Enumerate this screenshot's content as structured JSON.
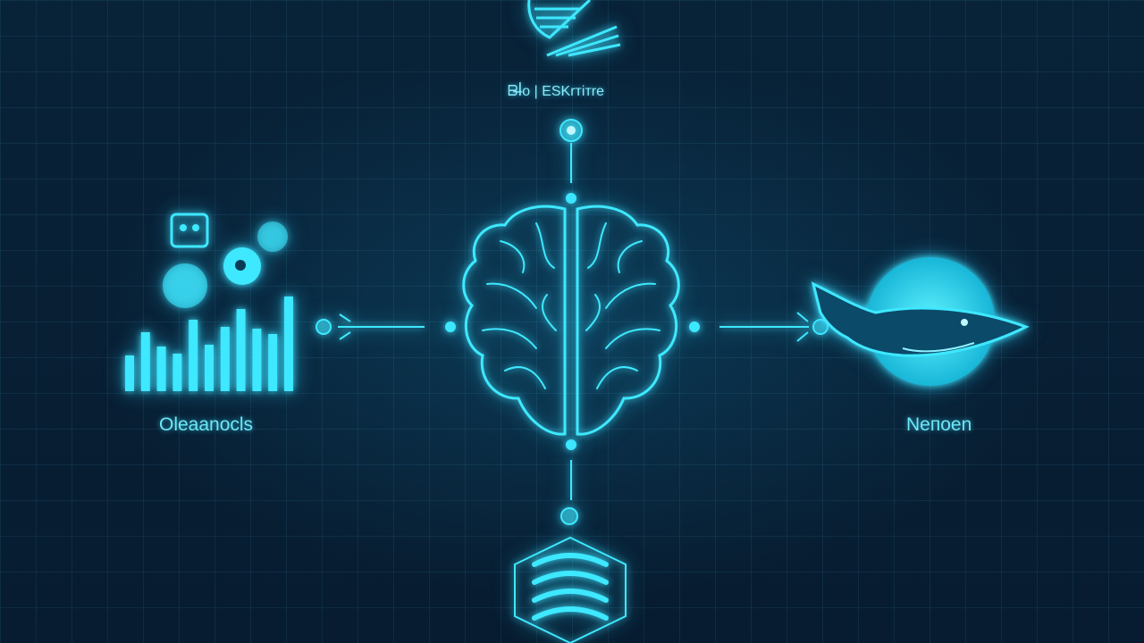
{
  "labels": {
    "top": "ᗷꟾ̶o | ЕЅKrтiтrе",
    "left": "Oleaanocls",
    "right": "Neпoen"
  },
  "icons": {
    "center": "brain-icon",
    "top": "hand-icon",
    "bottom": "database-icon",
    "left": "bar-chart-icon",
    "right": "whale-icon"
  },
  "colors": {
    "background": "#071e33",
    "accent": "#3ee8ff"
  },
  "chart_data": {
    "type": "bar",
    "values": [
      40,
      66,
      50,
      42,
      80,
      52,
      72,
      92,
      70,
      64,
      106
    ]
  }
}
